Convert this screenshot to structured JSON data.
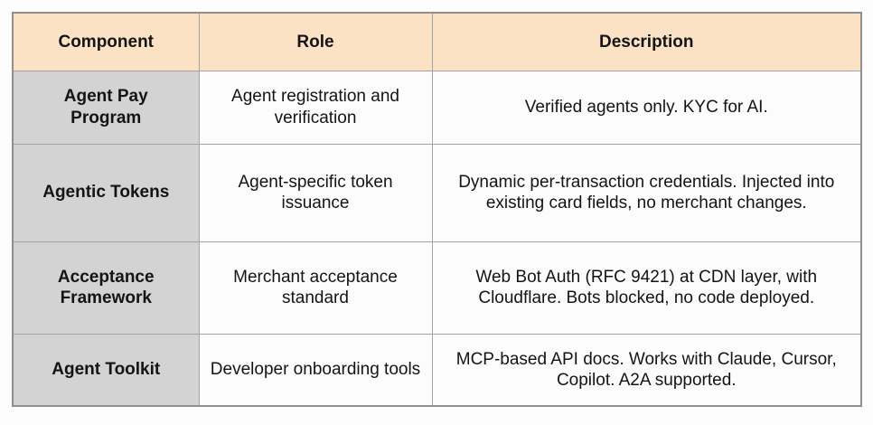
{
  "chart_data": {
    "type": "table",
    "columns": [
      "Component",
      "Role",
      "Description"
    ],
    "rows": [
      {
        "component": "Agent Pay Program",
        "role": "Agent registration and verification",
        "description": "Verified agents only. KYC for AI."
      },
      {
        "component": "Agentic Tokens",
        "role": "Agent-specific token issuance",
        "description": "Dynamic per-transaction credentials. Injected into existing card fields, no merchant changes."
      },
      {
        "component": "Acceptance Framework",
        "role": "Merchant acceptance standard",
        "description": "Web Bot Auth (RFC 9421) at CDN layer, with Cloudflare. Bots blocked, no code deployed."
      },
      {
        "component": "Agent Toolkit",
        "role": "Developer onboarding tools",
        "description": "MCP-based API docs. Works with Claude, Cursor, Copilot. A2A supported."
      }
    ]
  },
  "colors": {
    "header_bg": "#fbe2c4",
    "component_column_bg": "#d3d3d3",
    "body_cell_bg": "#fcfcfc",
    "border": "#a3a3a3",
    "outer_border": "#8f8f8f",
    "text": "#141414"
  }
}
